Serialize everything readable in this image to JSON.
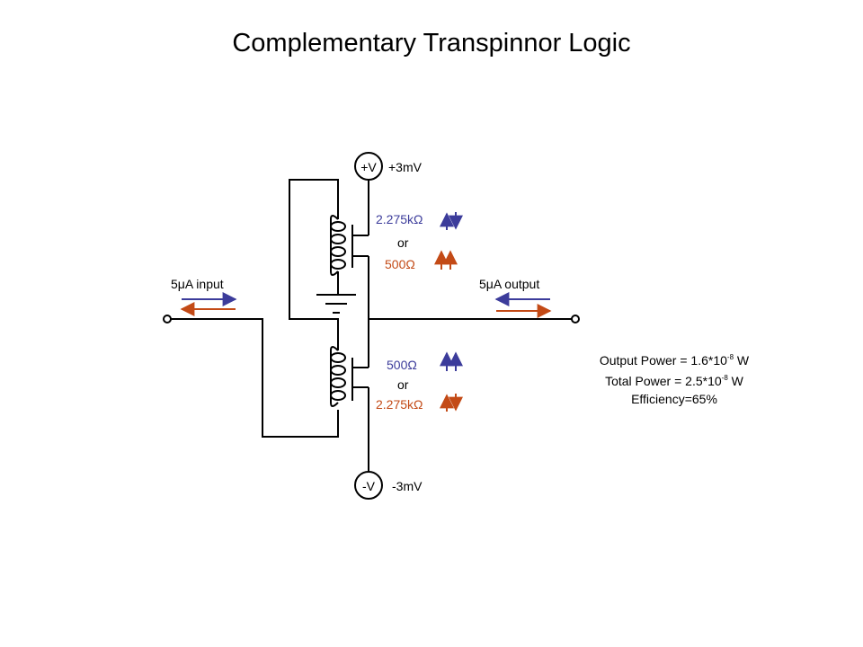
{
  "title": "Complementary Transpinnor Logic",
  "colors": {
    "blue": "#3c3c9b",
    "red": "#c34a16",
    "wire": "#000000"
  },
  "supply": {
    "top": {
      "node_label": "+V",
      "voltage": "+3mV"
    },
    "bottom": {
      "node_label": "-V",
      "voltage": "-3mV"
    }
  },
  "upper_transpinnor": {
    "blue_resistance": "2.275kΩ",
    "or_label": "or",
    "red_resistance": "500Ω"
  },
  "lower_transpinnor": {
    "blue_resistance": "500Ω",
    "or_label": "or",
    "red_resistance": "2.275kΩ"
  },
  "input_label": "5μA input",
  "output_label": "5μA output",
  "power": {
    "output_prefix": "Output Power = 1.6*10",
    "output_exp": "-8",
    "output_unit": " W",
    "total_prefix": "Total Power = 2.5*10",
    "total_exp": "-8",
    "total_unit": " W",
    "efficiency": "Efficiency=65%"
  }
}
